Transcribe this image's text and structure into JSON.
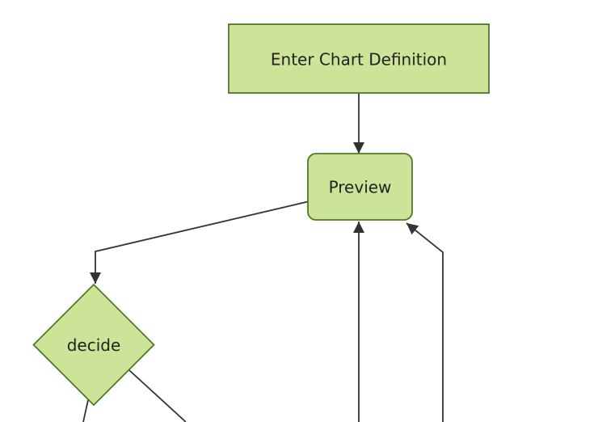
{
  "diagram": {
    "type": "flowchart",
    "direction": "top-down",
    "colors": {
      "background": "#ffffff",
      "node_fill": "#cde498",
      "node_border": "#4e7a28",
      "edge_line": "#333333",
      "label_text": "#222222"
    },
    "nodes": [
      {
        "id": "enter-chart-definition",
        "label": "Enter Chart Definition",
        "shape": "rectangle"
      },
      {
        "id": "preview",
        "label": "Preview",
        "shape": "rounded-rectangle"
      },
      {
        "id": "decide",
        "label": "decide",
        "shape": "diamond"
      }
    ],
    "edges": [
      {
        "from": "enter-chart-definition",
        "to": "preview",
        "arrowhead": true
      },
      {
        "from": "preview",
        "to": "decide",
        "arrowhead": true
      },
      {
        "from": "offscreen-bottom",
        "to": "preview",
        "arrowhead": true
      },
      {
        "from": "offscreen-bottom-right",
        "to": "preview",
        "arrowhead": true
      },
      {
        "from": "decide",
        "to": "offscreen-bottom-left",
        "arrowhead": false
      },
      {
        "from": "decide",
        "to": "offscreen-bottom-right",
        "arrowhead": false
      }
    ]
  }
}
